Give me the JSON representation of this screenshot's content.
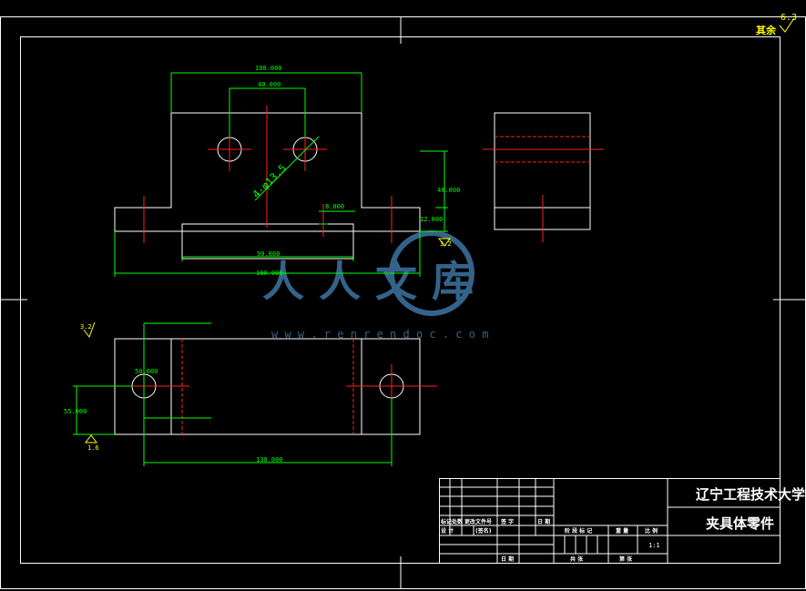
{
  "colors": {
    "background": "#000000",
    "outline": "#ffffff",
    "dimension": "#00ff00",
    "center_line": "#ff2020",
    "surface_symbol": "#ffff00",
    "title_block_text": "#ffffff",
    "watermark": "#3a6e9a"
  },
  "roughness": {
    "rest_value": "6.3",
    "rest_label": "其余",
    "front_base": "3.2",
    "top_left": "3.2",
    "top_bottom": "1.6"
  },
  "dimensions": {
    "front_top_width": "100.000",
    "front_hole_spacing": "40.000",
    "front_holes_callout": "4-φ13.5",
    "front_slot_width": "8.000",
    "front_height": "48.000",
    "front_base_height": "12.000",
    "front_bottom_slot": "90.000",
    "front_total_width": "160.000",
    "top_hole_offset": "50.000",
    "top_depth": "55.000",
    "top_hole_spacing": "130.000"
  },
  "watermark": {
    "text": "人人文库",
    "url": "w w w . r e n r e n d o c . c o m"
  },
  "title_block": {
    "university": "辽宁工程技术大学",
    "part_name": "夹具体零件",
    "scale": "1:1",
    "rev_headers": [
      "标记",
      "处数",
      "更改文件号",
      "签 字",
      "日 期"
    ],
    "row_labels": [
      "设 计",
      "(签名)"
    ],
    "date_label": "日 期",
    "stage_headers": [
      "阶 段 标 记",
      "重 量",
      "比 例"
    ],
    "sheet_labels": [
      "共 张",
      "第 张"
    ]
  }
}
